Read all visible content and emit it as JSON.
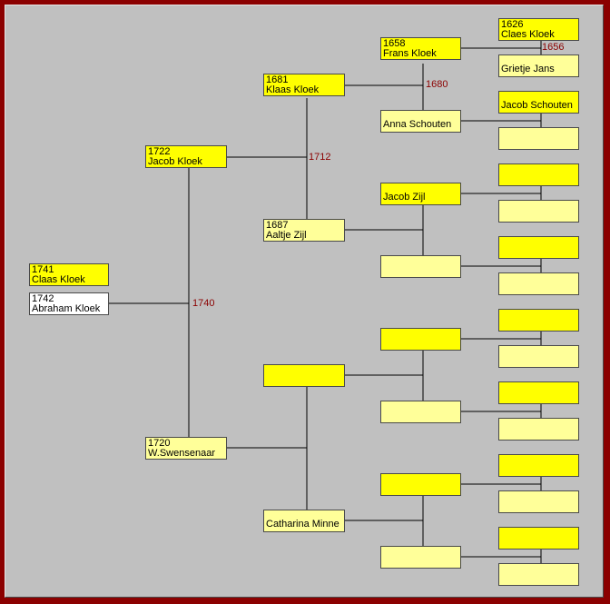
{
  "colors": {
    "frame": "#8b0000",
    "background": "#c0c0c0",
    "ancestor": "#ffff00",
    "spouse": "#ffff99",
    "marriage_year": "#8b0000"
  },
  "people": {
    "claas_1741": {
      "year": "1741",
      "name": "Claas Kloek"
    },
    "abraham": {
      "year": "1742",
      "name": "Abraham Kloek"
    },
    "jacob_1722": {
      "year": "1722",
      "name": "Jacob Kloek"
    },
    "swensenaar": {
      "year": "1720",
      "name": "W.Swensenaar"
    },
    "klaas": {
      "year": "1681",
      "name": "Klaas Kloek"
    },
    "aaltje": {
      "year": "1687",
      "name": "Aaltje Zijl"
    },
    "catharina": {
      "year": "",
      "name": "Catharina Minne"
    },
    "frans": {
      "year": "1658",
      "name": "Frans Kloek"
    },
    "anna": {
      "year": "",
      "name": "Anna Schouten"
    },
    "jacob_zijl": {
      "year": "",
      "name": "Jacob Zijl"
    },
    "claes_1626": {
      "year": "1626",
      "name": "Claes Kloek"
    },
    "grietje": {
      "year": "",
      "name": "Grietje Jans"
    },
    "jacob_schouten": {
      "year": "",
      "name": "Jacob Schouten"
    }
  },
  "marriages": {
    "m1740": "1740",
    "m1712": "1712",
    "m1680": "1680",
    "m1656": "1656"
  }
}
